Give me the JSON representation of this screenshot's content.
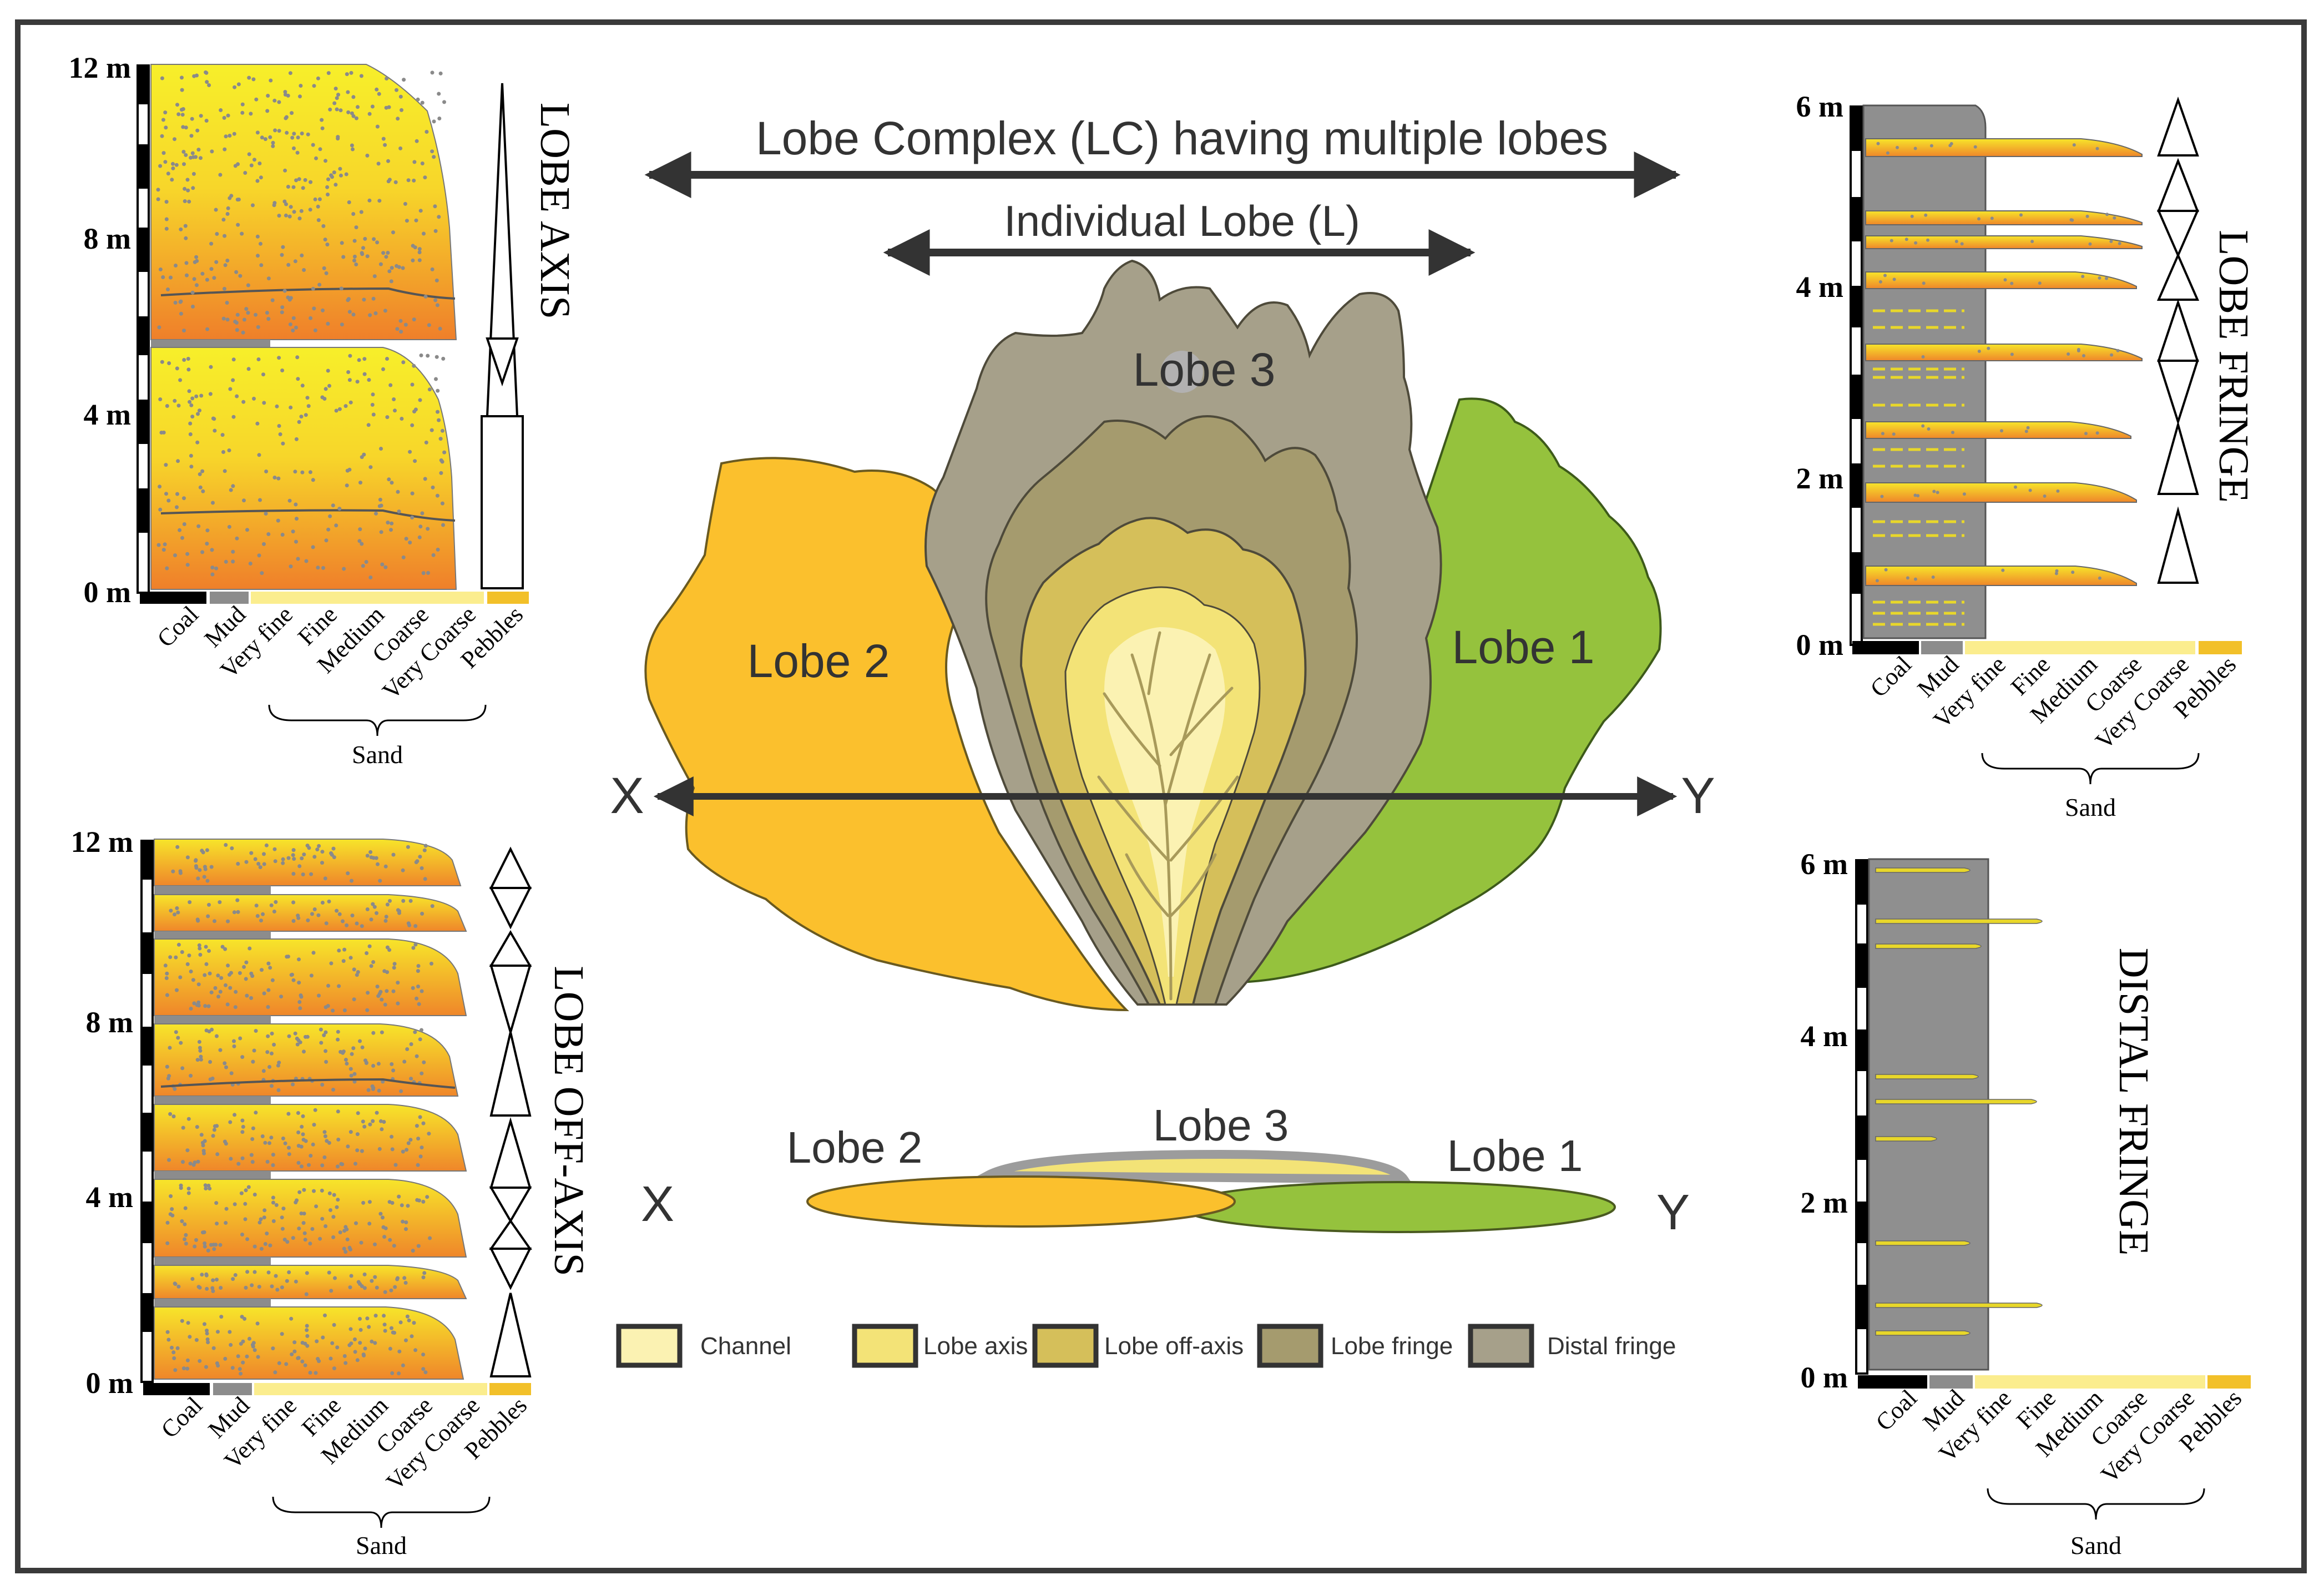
{
  "colors": {
    "frame": "#3a3a3a",
    "sand_top": "#f7ef2a",
    "sand_bottom": "#ef7f2a",
    "mud": "#8c8c8c",
    "coal": "#000000",
    "lobe1": "#95c23d",
    "lobe2": "#fbc02d",
    "distal_fringe": "#a6a08a",
    "lobe_fringe": "#a59b6e",
    "lobe_offaxis": "#d5bf5a",
    "lobe_axis": "#f3e377",
    "channel": "#fbf2b2",
    "lobe3_outline": "#9c9c9c",
    "arrow": "#333333"
  },
  "map": {
    "lobe_complex_label": "Lobe Complex (LC) having multiple lobes",
    "individual_lobe_label": "Individual Lobe (L)",
    "lobe1_label": "Lobe 1",
    "lobe2_label": "Lobe 2",
    "lobe3_label": "Lobe 3",
    "x_label": "X",
    "y_label": "Y"
  },
  "cross_section": {
    "lobe1_label": "Lobe 1",
    "lobe2_label": "Lobe 2",
    "lobe3_label": "Lobe 3",
    "x_label": "X",
    "y_label": "Y"
  },
  "legend": [
    {
      "label": "Channel",
      "color": "#fbf2b2"
    },
    {
      "label": "Lobe axis",
      "color": "#f3e377"
    },
    {
      "label": "Lobe off-axis",
      "color": "#d5bf5a"
    },
    {
      "label": "Lobe fringe",
      "color": "#a59b6e"
    },
    {
      "label": "Distal fringe",
      "color": "#a6a08a"
    }
  ],
  "grain_scale": {
    "labels": [
      "Coal",
      "Mud",
      "Very fine",
      "Fine",
      "Medium",
      "Coarse",
      "Very Coarse",
      "Pebbles"
    ],
    "group_label": "Sand"
  },
  "logs": {
    "lobe_axis": {
      "title": "LOBE AXIS",
      "ticks": [
        "12 m",
        "8 m",
        "4 m",
        "0 m"
      ]
    },
    "lobe_off_axis": {
      "title": "LOBE OFF-AXIS",
      "ticks": [
        "12 m",
        "8 m",
        "4 m",
        "0 m"
      ]
    },
    "lobe_fringe": {
      "title": "LOBE FRINGE",
      "ticks": [
        "6 m",
        "4 m",
        "2 m",
        "0 m"
      ]
    },
    "distal_fringe": {
      "title": "DISTAL FRINGE",
      "ticks": [
        "6 m",
        "4 m",
        "2 m",
        "0 m"
      ]
    }
  }
}
